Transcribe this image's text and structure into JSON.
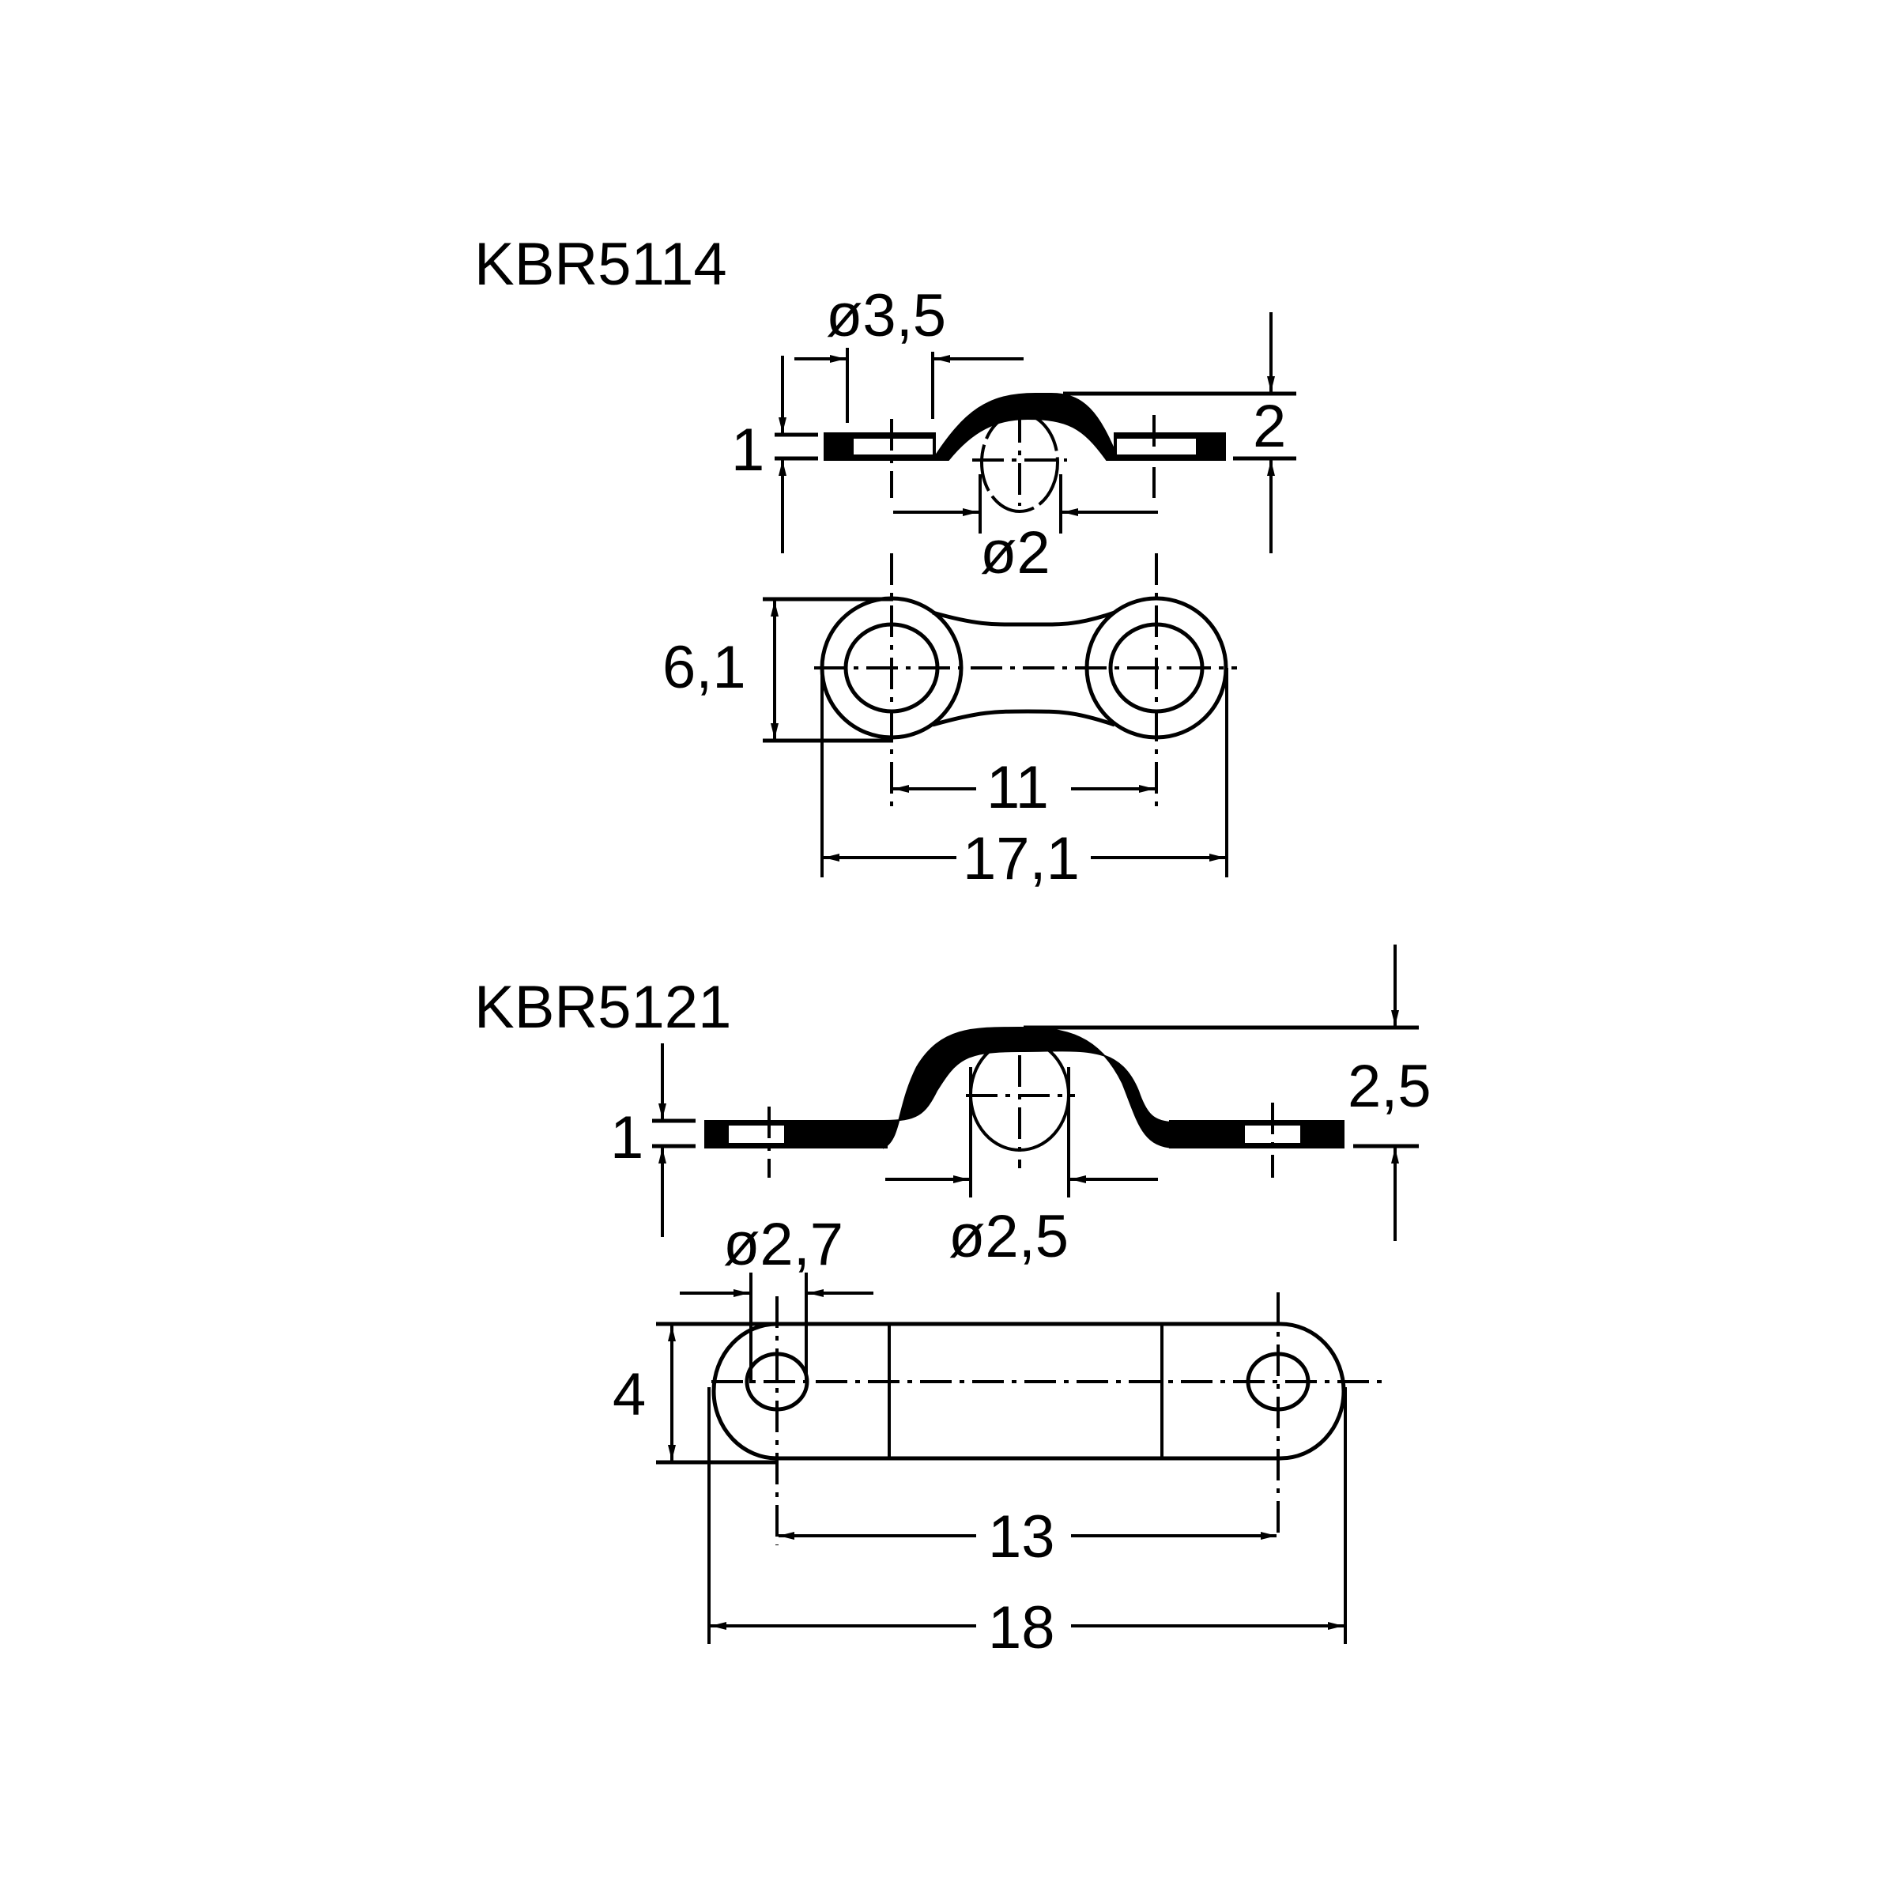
{
  "drawing": {
    "background": "#ffffff",
    "line_color": "#000000",
    "parts": [
      {
        "id": "KBR5114",
        "label": "KBR5114",
        "side_view": {
          "dims": {
            "hole_dia": "ø3,5",
            "thickness": "1",
            "height": "2",
            "cable_dia": "ø2"
          }
        },
        "top_view": {
          "dims": {
            "width": "6,1",
            "hole_spacing": "11",
            "overall_length": "17,1"
          }
        }
      },
      {
        "id": "KBR5121",
        "label": "KBR5121",
        "side_view": {
          "dims": {
            "thickness": "1",
            "height": "2,5",
            "cable_dia": "ø2,5"
          }
        },
        "top_view": {
          "dims": {
            "hole_dia": "ø2,7",
            "width": "4",
            "hole_spacing": "13",
            "overall_length": "18"
          }
        }
      }
    ]
  }
}
